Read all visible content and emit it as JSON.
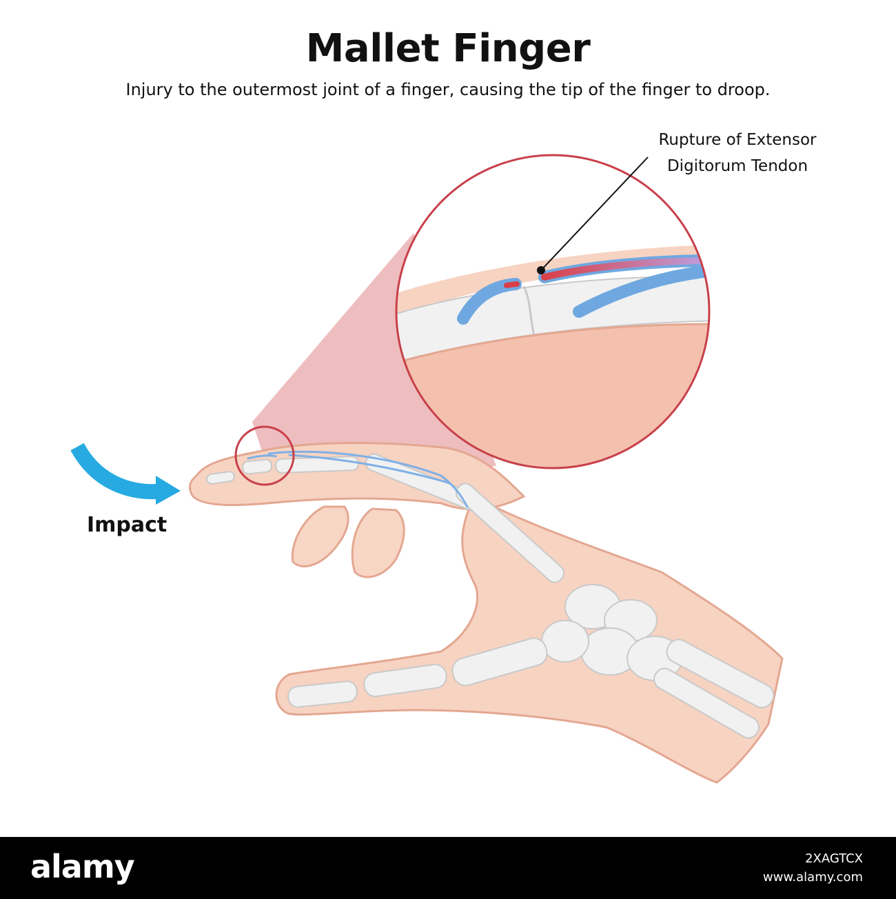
{
  "header": {
    "title": "Mallet Finger",
    "subtitle": "Injury to the outermost joint of a finger, causing the tip of the finger to droop."
  },
  "labels": {
    "callout_line1": "Rupture of Extensor",
    "callout_line2": "Digitorum Tendon",
    "impact": "Impact"
  },
  "footer": {
    "brand": "alamy",
    "image_id": "2XAGTCX",
    "site": "www.alamy.com"
  },
  "colors": {
    "skin": "#f7d3c2",
    "skin_outline": "#e3a791",
    "bone": "#f1f1f1",
    "tendon": "#6fa8e0",
    "magnifier_ring": "#c8404a",
    "magnifier_cone": "#e8a7a9",
    "impact_arrow": "#27aae1"
  }
}
